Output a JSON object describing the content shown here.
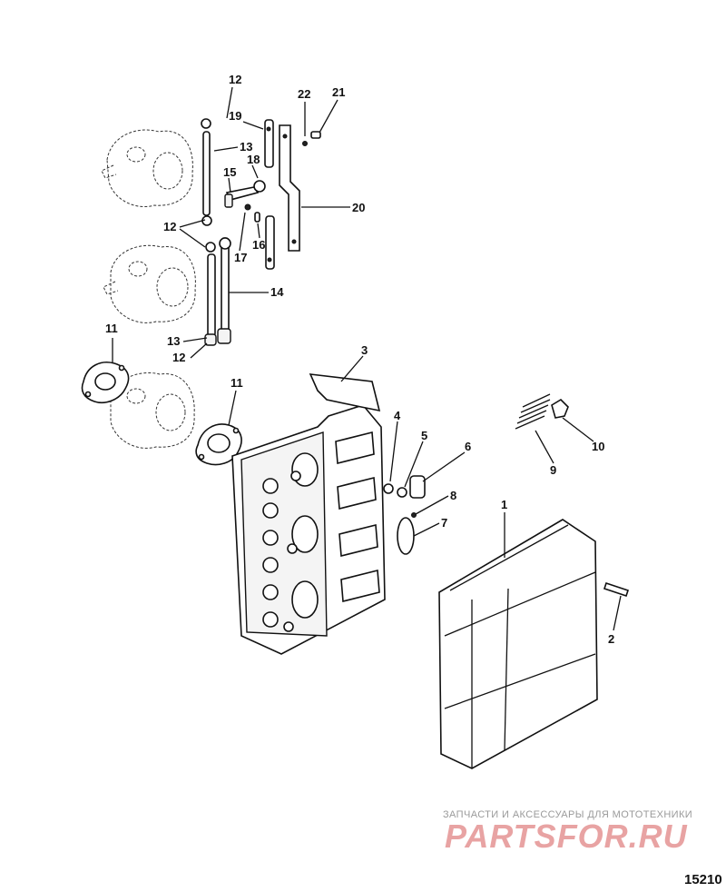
{
  "diagram": {
    "callouts": {
      "c1": "1",
      "c2": "2",
      "c3": "3",
      "c4": "4",
      "c5": "5",
      "c6": "6",
      "c7": "7",
      "c8": "8",
      "c9": "9",
      "c10": "10",
      "c11a": "11",
      "c11b": "11",
      "c12a": "12",
      "c12b": "12",
      "c12c": "12",
      "c13a": "13",
      "c13b": "13",
      "c14": "14",
      "c15": "15",
      "c16": "16",
      "c17": "17",
      "c18": "18",
      "c19": "19",
      "c20": "20",
      "c21": "21",
      "c22": "22"
    },
    "figure_number": "15210"
  },
  "watermark": {
    "caption": "ЗАПЧАСТИ И АКСЕССУАРЫ ДЛЯ МОТОТЕХНИКИ",
    "logo_text": "PARTSFOR.RU"
  }
}
